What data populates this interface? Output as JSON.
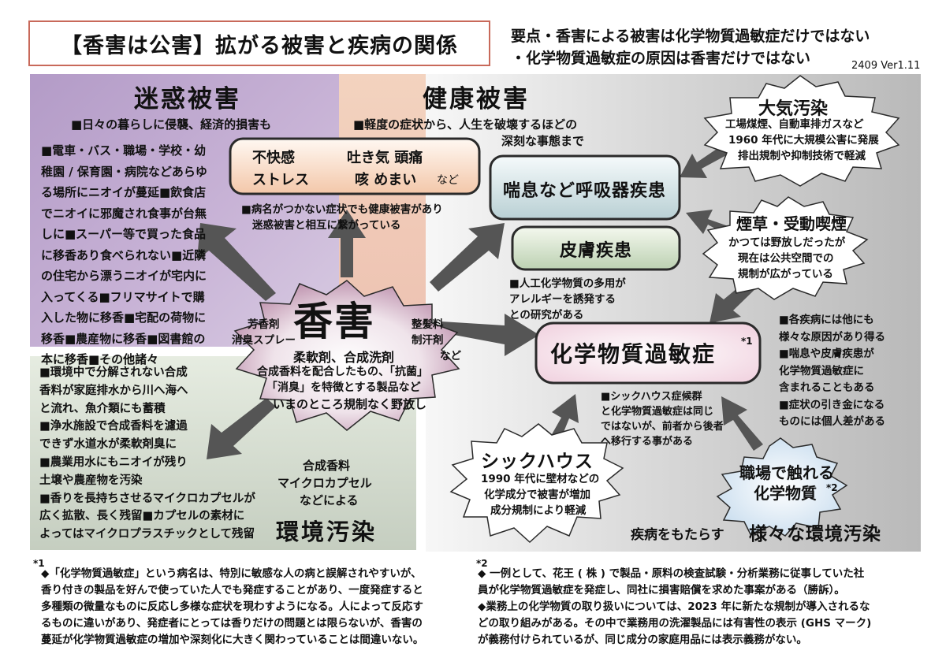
{
  "title": "【香害は公害】拡がる被害と疾病の関係",
  "summary": {
    "line1": "要点・香害による被害は化学物質過敏症だけではない",
    "line2": "・化学物質過敏症の原因は香害だけではない",
    "version": "2409 Ver1.11"
  },
  "meiwaku": {
    "heading": "迷惑被害",
    "sub": "■日々の暮らしに侵襲、経済的損害も",
    "lines": [
      "■電車・バス・職場・学校・幼",
      "稚園 / 保育園・病院などあらゆ",
      "る場所にニオイが蔓延■飲食店",
      "でニオイに邪魔され食事が台無",
      "しに■スーパー等で買った食品",
      "に移香あり食べられない■近隣",
      "の住宅から漂うニオイが宅内に",
      "入ってくる■フリマサイトで購",
      "入した物に移香■宅配の荷物に",
      "移香■農産物に移香■図書館の",
      "本に移香■その他諸々"
    ]
  },
  "kenko": {
    "heading": "健康被害",
    "sub1": "■軽度の症状から、人生を破壊するほどの",
    "sub2": "深刻な事態まで",
    "symptoms": {
      "row1a": "不快感",
      "row1b": "吐き気 頭痛",
      "row2a": "ストレス",
      "row2b": "咳 めまい",
      "nado": "など"
    },
    "note1": "■病名がつかない症状でも健康被害があり",
    "note2": "迷惑被害と相互に繋がっている"
  },
  "kogai": {
    "title": "香害",
    "left1": "芳香剤",
    "left2": "消臭スプレー",
    "right1": "整髪料",
    "right2": "制汗剤",
    "nado": "など",
    "main": "柔軟剤、合成洗剤",
    "desc1": "合成香料を配合したもの、「抗菌」",
    "desc2": "「消臭」を特徴とする製品など",
    "desc3": "いまのところ規制なく野放し"
  },
  "kankyo": {
    "heading": "環境汚染",
    "lines": [
      "■環境中で分解されない合成",
      "香料が家庭排水から川へ海へ",
      "と流れ、魚介類にも蓄積",
      "■浄水施設で合成香料を濾過",
      "できず水道水が柔軟剤臭に",
      "■農業用水にもニオイが残り",
      "土壌や農産物を汚染",
      "■香りを長持ちさせるマイクロカプセルが",
      "広く拡散、長く残留■カプセルの素材に",
      "よってはマイクロプラスチックとして残留"
    ],
    "source1": "合成香料",
    "source2": "マイクロカプセル",
    "source3": "などによる"
  },
  "zensoku": {
    "label": "喘息など呼吸器疾患"
  },
  "hifu": {
    "label": "皮膚疾患",
    "note1": "■人工化学物質の多用が",
    "note2": "アレルギーを誘発する",
    "note3": "との研究がある"
  },
  "mcs": {
    "label": "化学物質過敏症",
    "mark": "*1",
    "notes": [
      "■各疾病には他にも",
      "様々な原因があり得る",
      "■喘息や皮膚疾患が",
      "化学物質過敏症に",
      "含まれることもある",
      "■症状の引き金になる",
      "ものには個人差がある"
    ],
    "sick_note": [
      "■シックハウス症候群",
      "と化学物質過敏症は同じ",
      "ではないが、前者から後者",
      "へ移行する事がある"
    ]
  },
  "taiki": {
    "title": "大気汚染",
    "l1": "工場煤煙、自動車排ガスなど",
    "l2": "1960 年代に大規模公害に発展",
    "l3": "排出規制や抑制技術で軽減"
  },
  "tabako": {
    "title": "煙草・受動喫煙",
    "l1": "かつては野放しだったが",
    "l2": "現在は公共空間での",
    "l3": "規制が広がっている"
  },
  "sick": {
    "title": "シックハウス",
    "l1": "1990 年代に壁材などの",
    "l2": "化学成分で被害が増加",
    "l3": "成分規制により軽減"
  },
  "shokuba": {
    "l1": "職場で触れる",
    "l2": "化学物質",
    "mark": "*2"
  },
  "right_caption": {
    "a": "疾病をもたらす",
    "b": "様々な環境汚染"
  },
  "footnotes": {
    "f1_mark": "*1",
    "f1": [
      "◆「化学物質過敏症」という病名は、特別に敏感な人の病と誤解されやすいが、",
      "香り付きの製品を好んで使っていた人でも発症することがあり、一度発症すると",
      "多種類の微量なものに反応し多様な症状を現わすようになる。人によって反応す",
      "るものに違いがあり、発症者にとっては香りだけの問題とは限らないが、香害の",
      "蔓延が化学物質過敏症の増加や深刻化に大きく関わっていることは間違いない。"
    ],
    "f2_mark": "*2",
    "f2": [
      "◆ 一例として、花王 ( 株 ) で製品・原料の検査試験・分析業務に従事していた社",
      "員が化学物質過敏症を発症し、同社に損害賠償を求めた事案がある（勝訴）。",
      "◆業務上の化学物質の取り扱いについては、2023 年に新たな規制が導入されるな",
      "どの取り組みがある。その中で業務用の洗濯製品には有害性の表示 (GHS マーク)",
      "が義務付けられているが、同じ成分の家庭用品には表示義務がない。"
    ]
  },
  "colors": {
    "title_border": "#c8695a",
    "meiwaku_bg": "#b39bc7",
    "kenko_bg": "#f0c8b6",
    "kankyo_bg": "#c5cec0",
    "right_bg": "#c9c9c9",
    "arrow": "#555555"
  }
}
